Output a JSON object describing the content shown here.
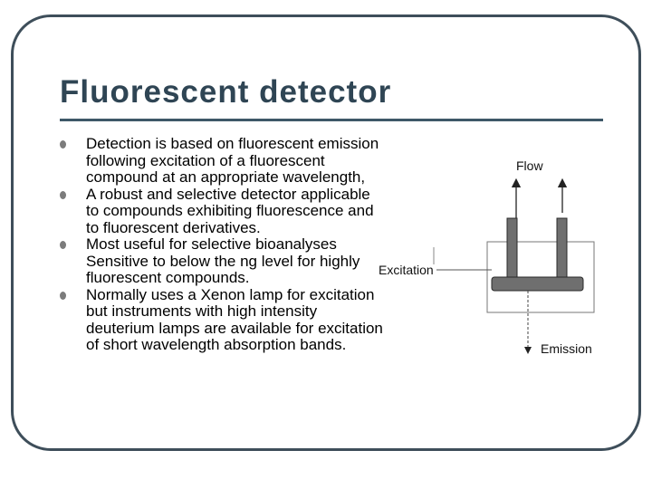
{
  "slide": {
    "title": "Fluorescent detector",
    "bullets": [
      "Detection is based on fluorescent emission following excitation of a fluorescent compound at an appropriate wavelength,",
      "A robust and selective detector applicable to compounds exhibiting fluorescence and to fluorescent derivatives.",
      "Most useful for selective bioanalyses Sensitive to below the ng level for highly fluorescent compounds.",
      "Normally uses a Xenon lamp for excitation but instruments with high intensity deuterium lamps are available for excitation of short wavelength absorption bands."
    ]
  },
  "diagram": {
    "flow_label": "Flow",
    "excitation_label": "Excitation",
    "emission_label": "Emission"
  },
  "colors": {
    "title": "#2f4554",
    "frame": "#3e4e5a",
    "bullet": "#7c7c7c"
  }
}
